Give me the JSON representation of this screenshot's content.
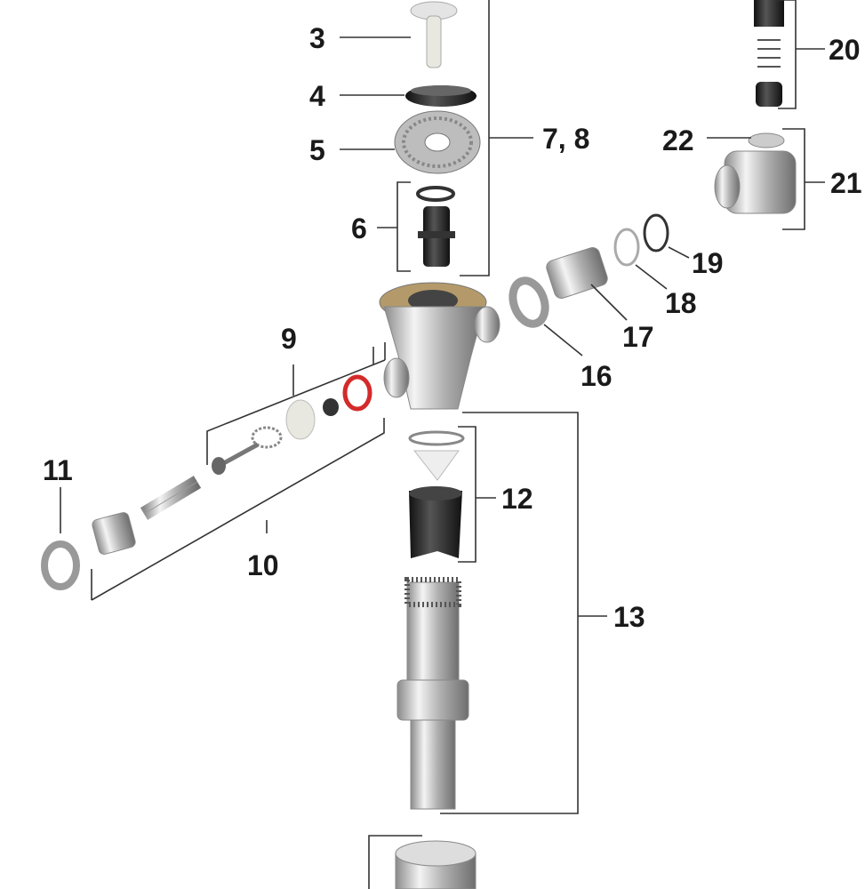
{
  "diagram": {
    "type": "exploded parts diagram",
    "labels": {
      "p3": "3",
      "p4": "4",
      "p5": "5",
      "p6": "6",
      "p7_8": "7, 8",
      "p9": "9",
      "p10": "10",
      "p11": "11",
      "p12": "12",
      "p13": "13",
      "p16": "16",
      "p17": "17",
      "p18": "18",
      "p19": "19",
      "p20": "20",
      "p21": "21",
      "p22": "22"
    },
    "colors": {
      "chrome": "#c8c8c8",
      "dark_rubber": "#2b2b2b",
      "red_oring": "#d42a2a",
      "white_part": "#e8e8e0",
      "brass": "#b49a6a"
    }
  }
}
